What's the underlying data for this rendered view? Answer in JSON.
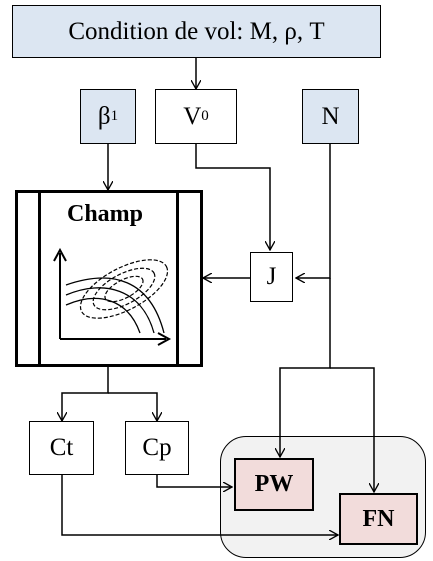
{
  "flight_condition": "Condition de vol: M, ρ, T",
  "beta": {
    "symbol": "β",
    "subscript": "1"
  },
  "velocity": {
    "symbol": "V",
    "subscript": "0"
  },
  "rotation": "N",
  "advance_ratio": "J",
  "champ": "Champ",
  "thrust_coef": "Ct",
  "power_coef": "Cp",
  "power": "PW",
  "thrust": "FN",
  "colors": {
    "input_fill": "#dce6f2",
    "output_fill": "#f2dcdb",
    "group_fill": "#f2f2f2",
    "line": "#000000"
  }
}
